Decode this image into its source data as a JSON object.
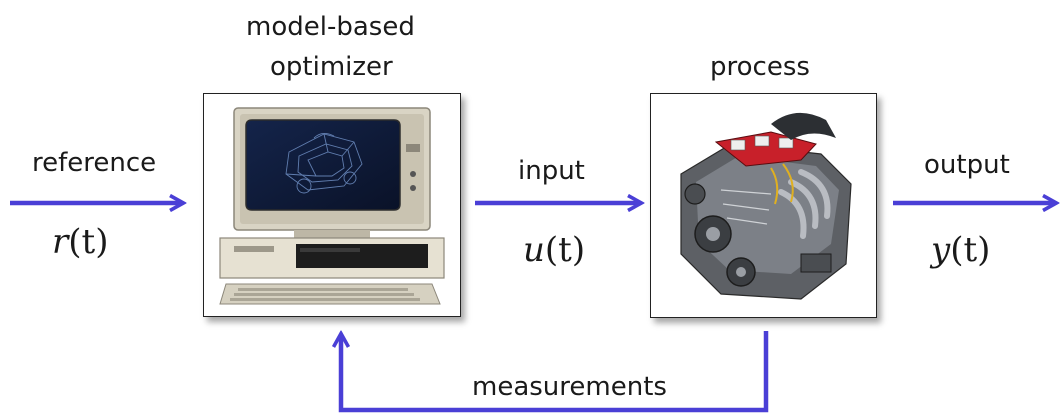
{
  "optimizer": {
    "title_line1": "model-based",
    "title_line2": "optimizer"
  },
  "process": {
    "title": "process"
  },
  "signals": {
    "reference": {
      "label": "reference",
      "symbol_base": "r",
      "symbol_arg": "(t)"
    },
    "input": {
      "label": "input",
      "symbol_base": "u",
      "symbol_arg": "(t)"
    },
    "output": {
      "label": "output",
      "symbol_base": "y",
      "symbol_arg": "(t)"
    },
    "feedback": {
      "label": "measurements"
    }
  },
  "colors": {
    "arrow": "#4a3fd6",
    "text": "#1a1a1a",
    "box_border": "#222222"
  },
  "icons": {
    "optimizer": "vintage-computer-icon",
    "process": "car-engine-icon"
  }
}
